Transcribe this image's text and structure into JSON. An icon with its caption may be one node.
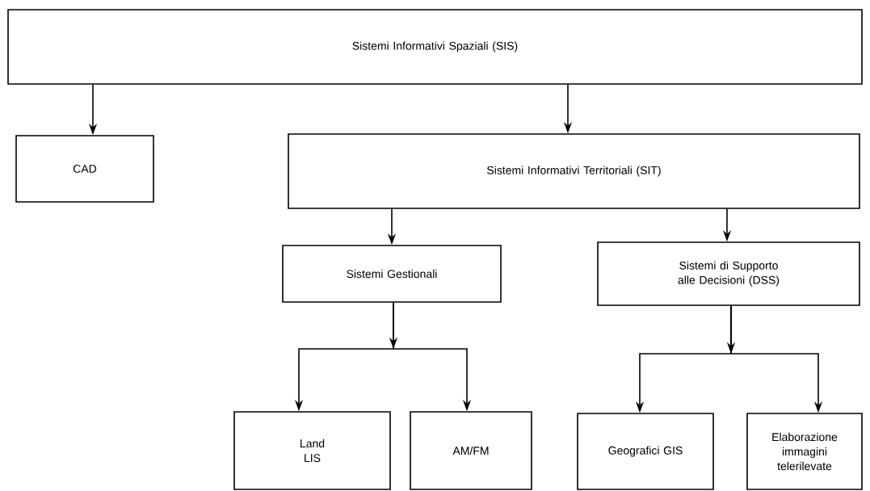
{
  "diagram": {
    "nodes": [
      {
        "text": [
          "Sistemi Informativi Spaziali (SIS)"
        ]
      },
      {
        "text": [
          "CAD"
        ]
      },
      {
        "text": [
          "Sistemi Informativi Territoriali (SIT)"
        ]
      },
      {
        "text": [
          "Sistemi Gestionali"
        ]
      },
      {
        "text": [
          "Sistemi di Supporto alle Decisioni (DSS)"
        ]
      },
      {
        "text": [
          "Land LIS"
        ]
      },
      {
        "text": [
          "AM/FM"
        ]
      },
      {
        "text": [
          "Geografici GIS"
        ]
      },
      {
        "text": [
          "Elaborazione immagini telerilevate"
        ]
      }
    ],
    "edges": [
      {
        "from": 0,
        "to": 1,
        "arrow": "to"
      },
      {
        "from": 0,
        "to": 2,
        "arrow": "to"
      },
      {
        "from": 2,
        "to": 3,
        "arrow": "to"
      },
      {
        "from": 2,
        "to": 4,
        "arrow": "to"
      },
      {
        "from": 3,
        "to": 5,
        "arrow": "to"
      },
      {
        "from": 3,
        "to": 6,
        "arrow": "to"
      },
      {
        "from": 4,
        "to": 7,
        "arrow": "to"
      },
      {
        "from": 4,
        "to": 8,
        "arrow": "to"
      }
    ]
  }
}
